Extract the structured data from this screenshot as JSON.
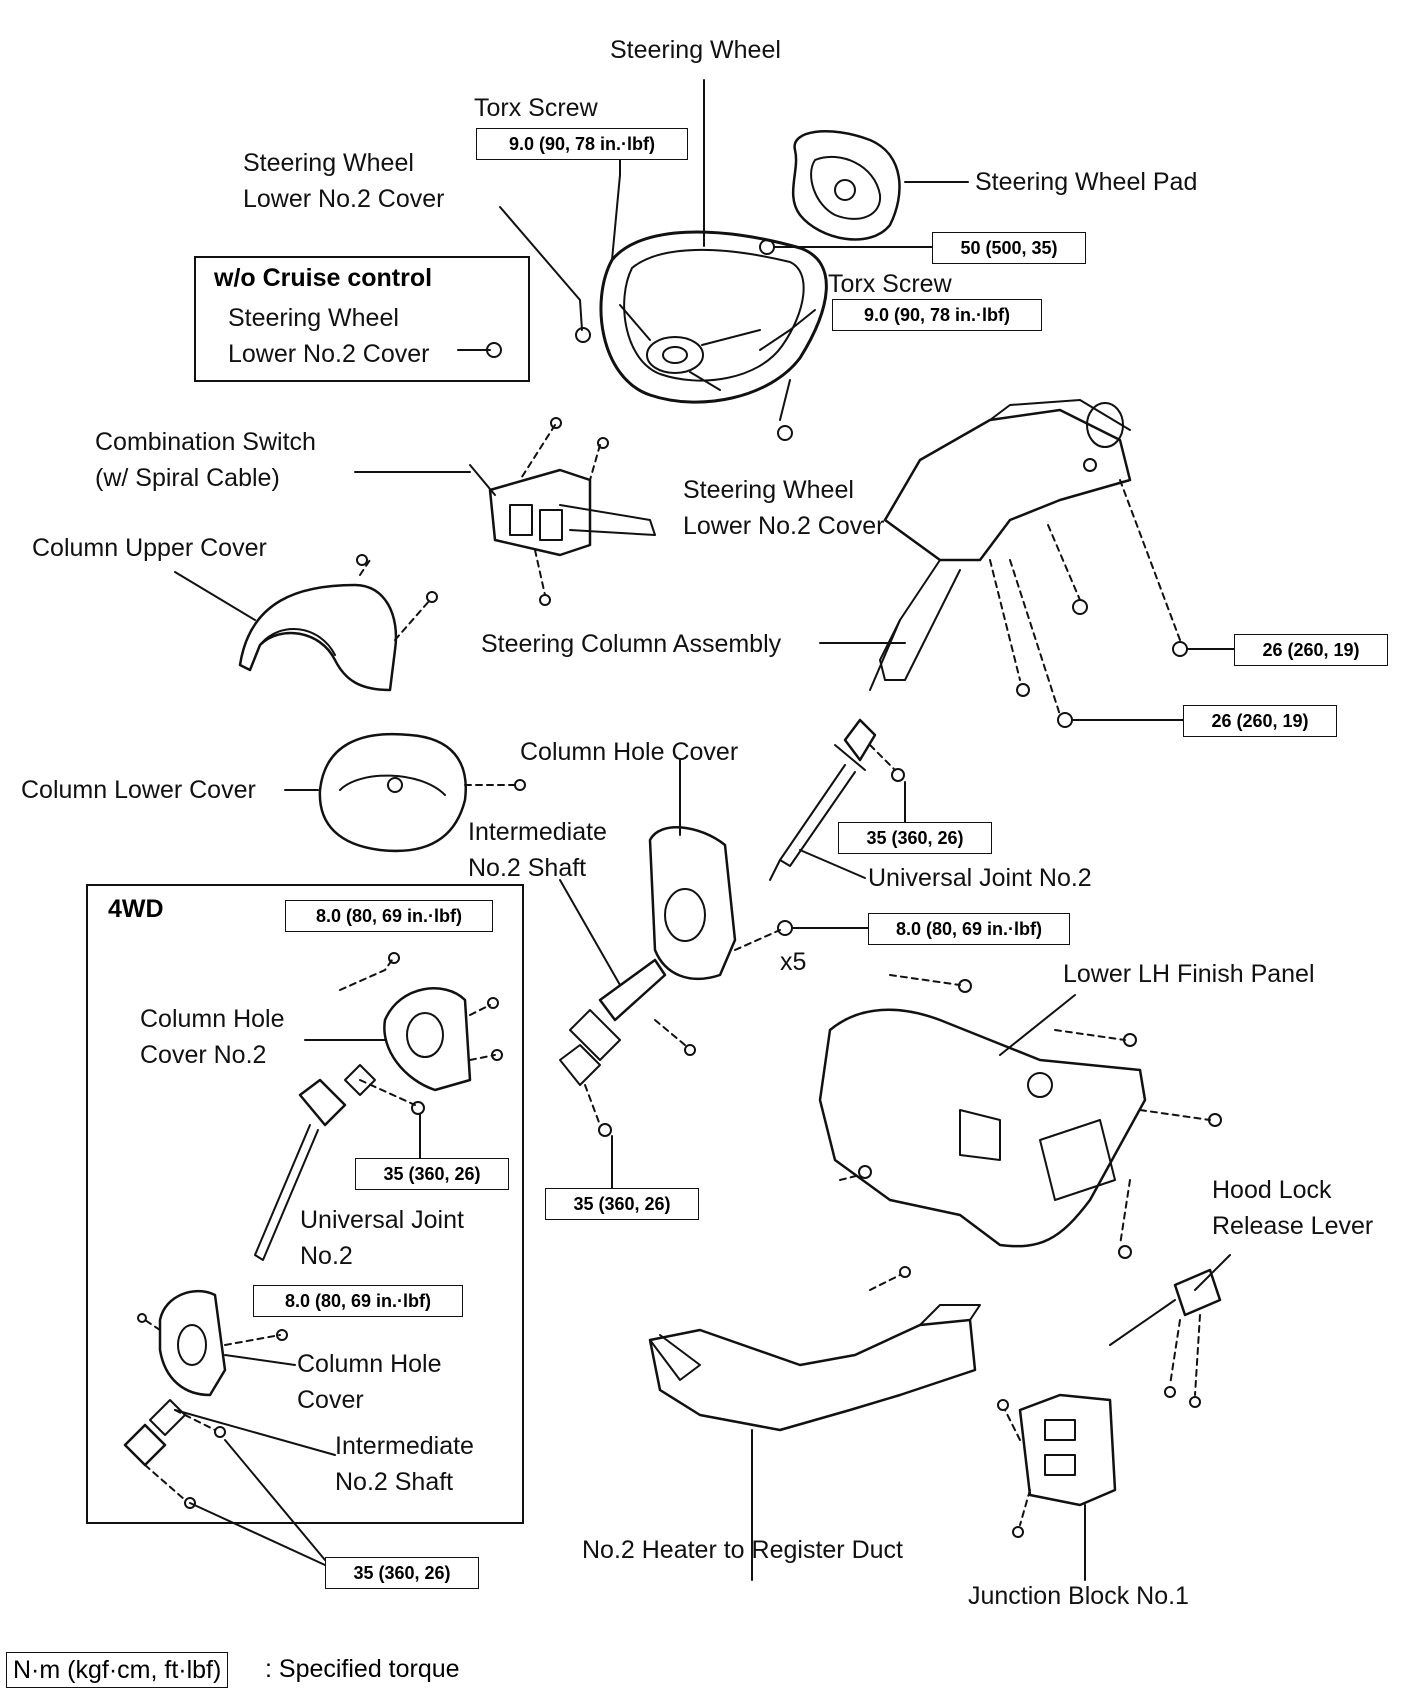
{
  "labels": {
    "steering_wheel": "Steering Wheel",
    "torx_screw_top": "Torx Screw",
    "steering_wheel_pad": "Steering Wheel Pad",
    "swl_cover_top_line1": "Steering Wheel",
    "swl_cover_top_line2": "Lower No.2 Cover",
    "torx_screw_right": "Torx Screw",
    "combination_switch_line1": "Combination Switch",
    "combination_switch_line2": "(w/ Spiral Cable)",
    "swl_cover_right_line1": "Steering Wheel",
    "swl_cover_right_line2": "Lower No.2 Cover",
    "column_upper_cover": "Column Upper Cover",
    "steering_column_assembly": "Steering Column Assembly",
    "column_hole_cover": "Column Hole Cover",
    "column_lower_cover": "Column Lower Cover",
    "intermediate_shaft_line1": "Intermediate",
    "intermediate_shaft_line2": "No.2 Shaft",
    "universal_joint_no2": "Universal Joint No.2",
    "x5": "x5",
    "lower_lh_finish_panel": "Lower LH Finish Panel",
    "hood_lock_line1": "Hood Lock",
    "hood_lock_line2": "Release Lever",
    "heater_duct": "No.2 Heater to Register Duct",
    "junction_block": "Junction Block No.1"
  },
  "cruise_inset": {
    "title": "w/o Cruise control",
    "label_line1": "Steering Wheel",
    "label_line2": "Lower No.2 Cover"
  },
  "wd_inset": {
    "title": "4WD",
    "column_hole_cover_no2_line1": "Column Hole",
    "column_hole_cover_no2_line2": "Cover No.2",
    "universal_joint_line1": "Universal Joint",
    "universal_joint_line2": "No.2",
    "column_hole_cover_line1": "Column Hole",
    "column_hole_cover_line2": "Cover",
    "intermediate_shaft_line1": "Intermediate",
    "intermediate_shaft_line2": "No.2 Shaft"
  },
  "torques": {
    "torx_top": "9.0 (90, 78 in.·lbf)",
    "pad_nut": "50 (500, 35)",
    "torx_right": "9.0 (90, 78 in.·lbf)",
    "column_nut": "26 (260, 19)",
    "column_bolt": "26 (260, 19)",
    "uj_bolt": "35 (360, 26)",
    "hole_cover_bolts": "8.0 (80, 69 in.·lbf)",
    "shaft_bolt": "35 (360, 26)",
    "wd_hole_cover_no2": "8.0 (80, 69 in.·lbf)",
    "wd_uj_bolt": "35 (360, 26)",
    "wd_hole_cover": "8.0 (80, 69 in.·lbf)",
    "wd_shaft_bolts": "35 (360, 26)"
  },
  "legend": {
    "unit": "N·m (kgf·cm, ft·lbf)",
    "text": ": Specified torque"
  }
}
